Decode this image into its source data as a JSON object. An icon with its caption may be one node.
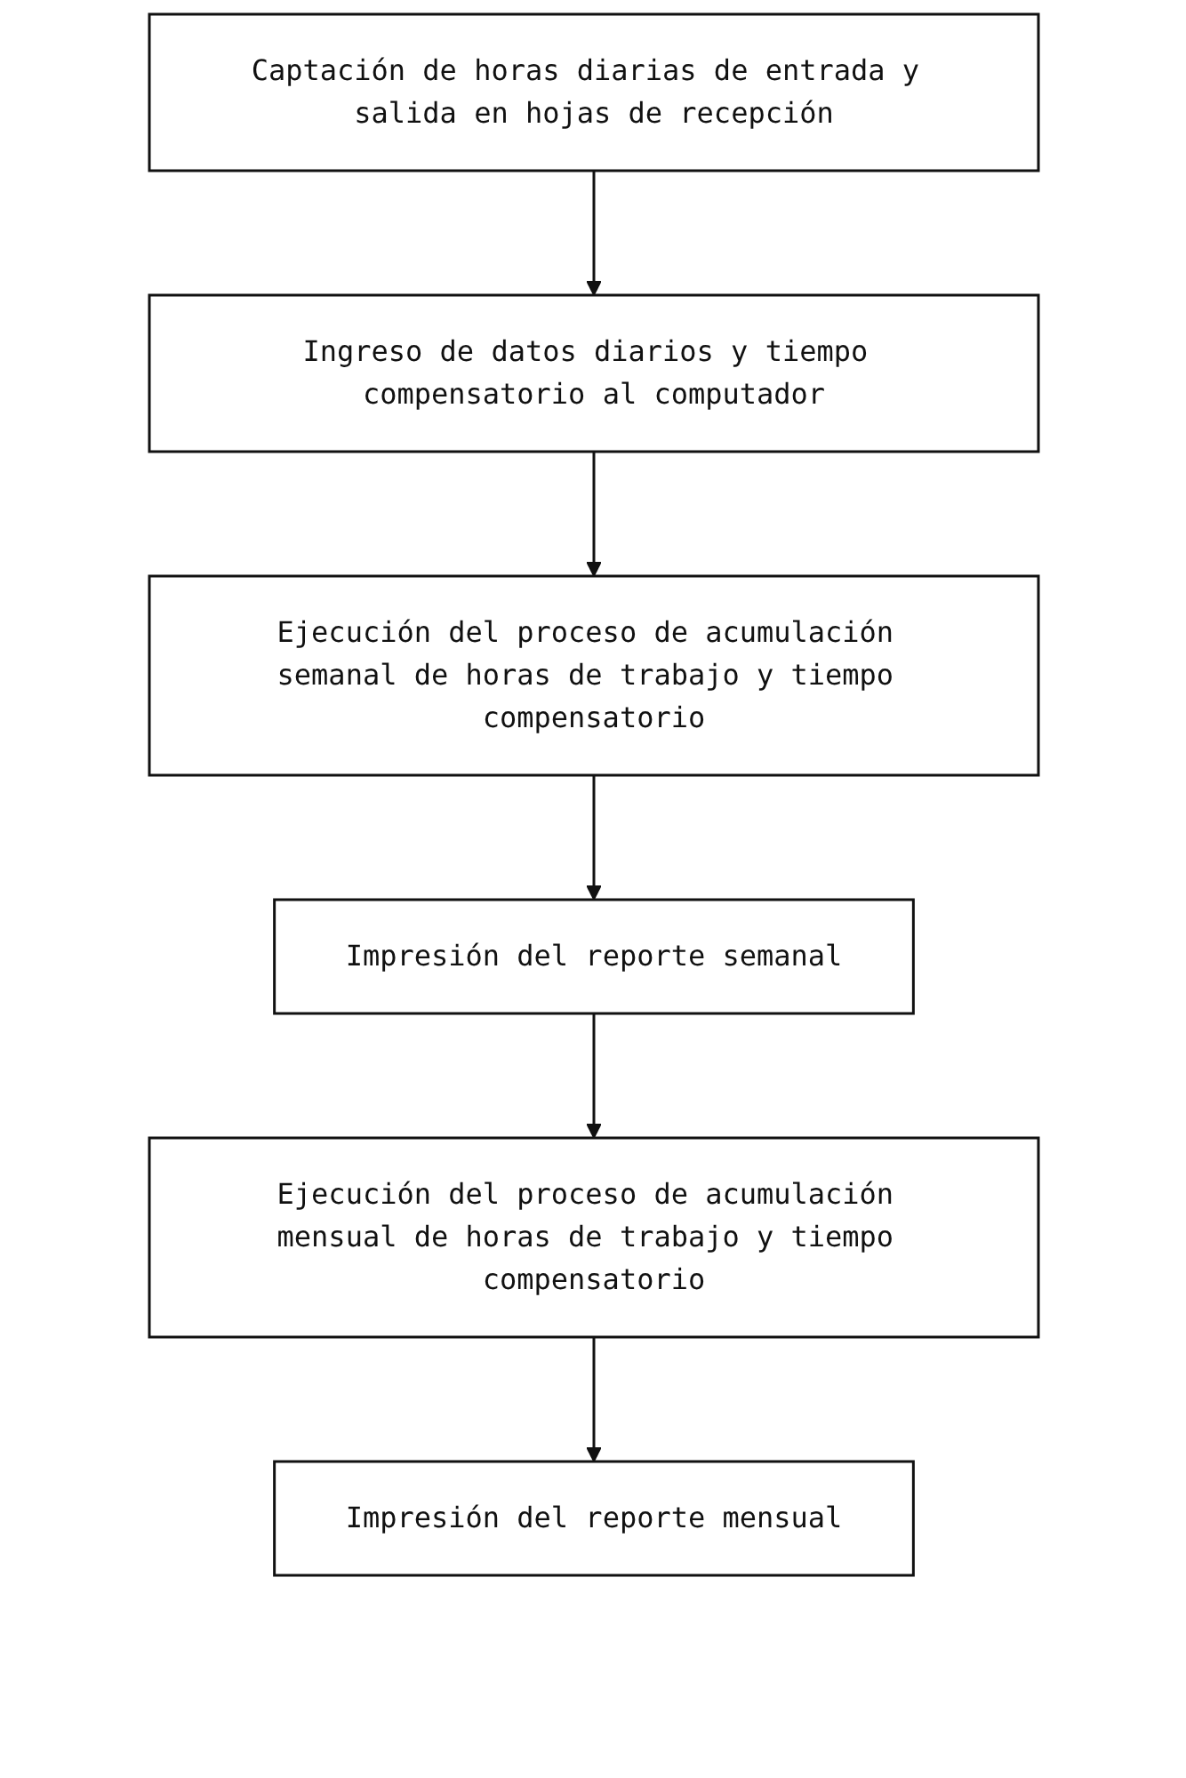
{
  "diagram": {
    "nodes": [
      {
        "text": [
          "Captación de horas diarias de entrada y salida en hojas de recepción"
        ]
      },
      {
        "text": [
          "Ingreso de datos diarios y tiempo compensatorio al computador"
        ]
      },
      {
        "text": [
          "Ejecución del proceso de acumulación semanal de horas de trabajo y tiempo compensatorio"
        ]
      },
      {
        "text": [
          "Impresión del reporte semanal"
        ]
      },
      {
        "text": [
          "Ejecución del proceso de acumulación mensual de horas de trabajo y tiempo compensatorio"
        ]
      },
      {
        "text": [
          "Impresión del reporte mensual"
        ]
      }
    ],
    "edges": [
      {
        "from": 0,
        "to": 1,
        "arrow": "to"
      },
      {
        "from": 1,
        "to": 2,
        "arrow": "to"
      },
      {
        "from": 2,
        "to": 3,
        "arrow": "to"
      },
      {
        "from": 3,
        "to": 4,
        "arrow": "to"
      },
      {
        "from": 4,
        "to": 5,
        "arrow": "to"
      }
    ]
  }
}
